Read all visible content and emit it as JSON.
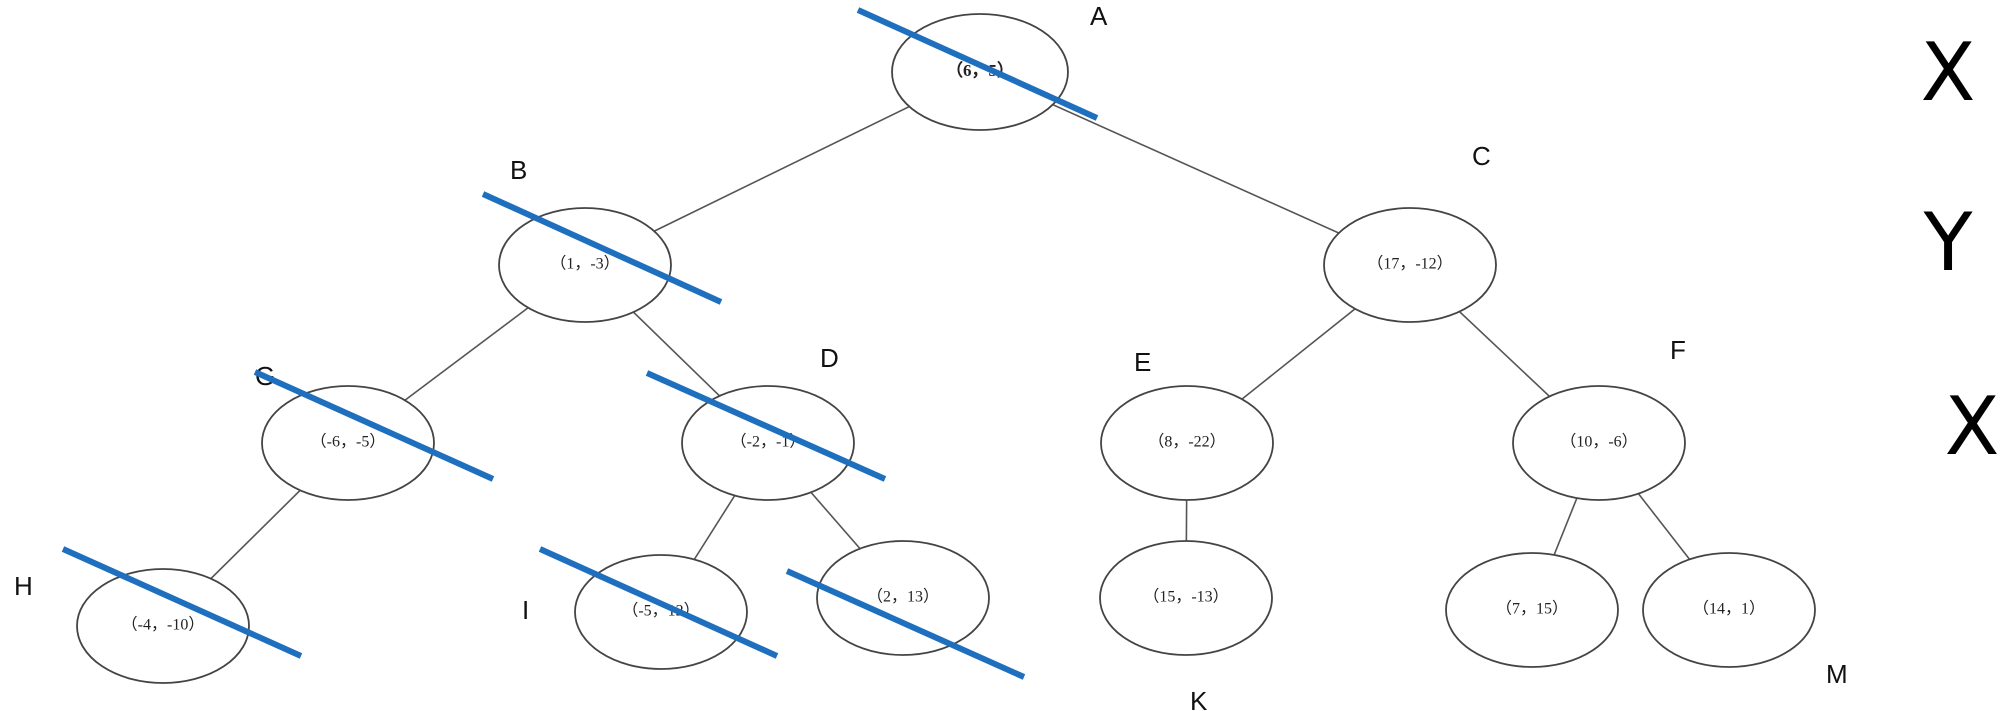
{
  "tree": {
    "nodes": [
      {
        "id": "A",
        "value": "（6，5）",
        "tag": "A",
        "crossed": true,
        "root": true
      },
      {
        "id": "B",
        "value": "（1，-3）",
        "tag": "B",
        "crossed": true
      },
      {
        "id": "C",
        "value": "（17，-12）",
        "tag": "C",
        "crossed": false
      },
      {
        "id": "G",
        "value": "（-6，-5）",
        "tag": "G",
        "crossed": true
      },
      {
        "id": "D",
        "value": "（-2，-1）",
        "tag": "D",
        "crossed": true
      },
      {
        "id": "E",
        "value": "（8，-22）",
        "tag": "E",
        "crossed": false
      },
      {
        "id": "F",
        "value": "（10，-6）",
        "tag": "F",
        "crossed": false
      },
      {
        "id": "H",
        "value": "（-4，-10）",
        "tag": "H",
        "crossed": true
      },
      {
        "id": "I",
        "value": "（-5，12）",
        "tag": "I",
        "crossed": true
      },
      {
        "id": "J",
        "value": "（2，13）",
        "tag": "",
        "crossed": true
      },
      {
        "id": "K",
        "value": "（15，-13）",
        "tag": "K",
        "crossed": false
      },
      {
        "id": "L",
        "value": "（7，15）",
        "tag": "",
        "crossed": false
      },
      {
        "id": "M",
        "value": "（14，1）",
        "tag": "M",
        "crossed": false
      }
    ],
    "edges": [
      [
        "A",
        "B"
      ],
      [
        "A",
        "C"
      ],
      [
        "B",
        "G"
      ],
      [
        "B",
        "D"
      ],
      [
        "C",
        "E"
      ],
      [
        "C",
        "F"
      ],
      [
        "G",
        "H"
      ],
      [
        "D",
        "I"
      ],
      [
        "D",
        "J"
      ],
      [
        "E",
        "K"
      ],
      [
        "F",
        "L"
      ],
      [
        "F",
        "M"
      ]
    ]
  },
  "split_axes": [
    {
      "level": 0,
      "letter": "X"
    },
    {
      "level": 1,
      "letter": "Y"
    },
    {
      "level": 2,
      "letter": "X"
    }
  ],
  "colors": {
    "strike": "#1f6fbf",
    "edge": "#555555",
    "node_outline": "#444444"
  }
}
